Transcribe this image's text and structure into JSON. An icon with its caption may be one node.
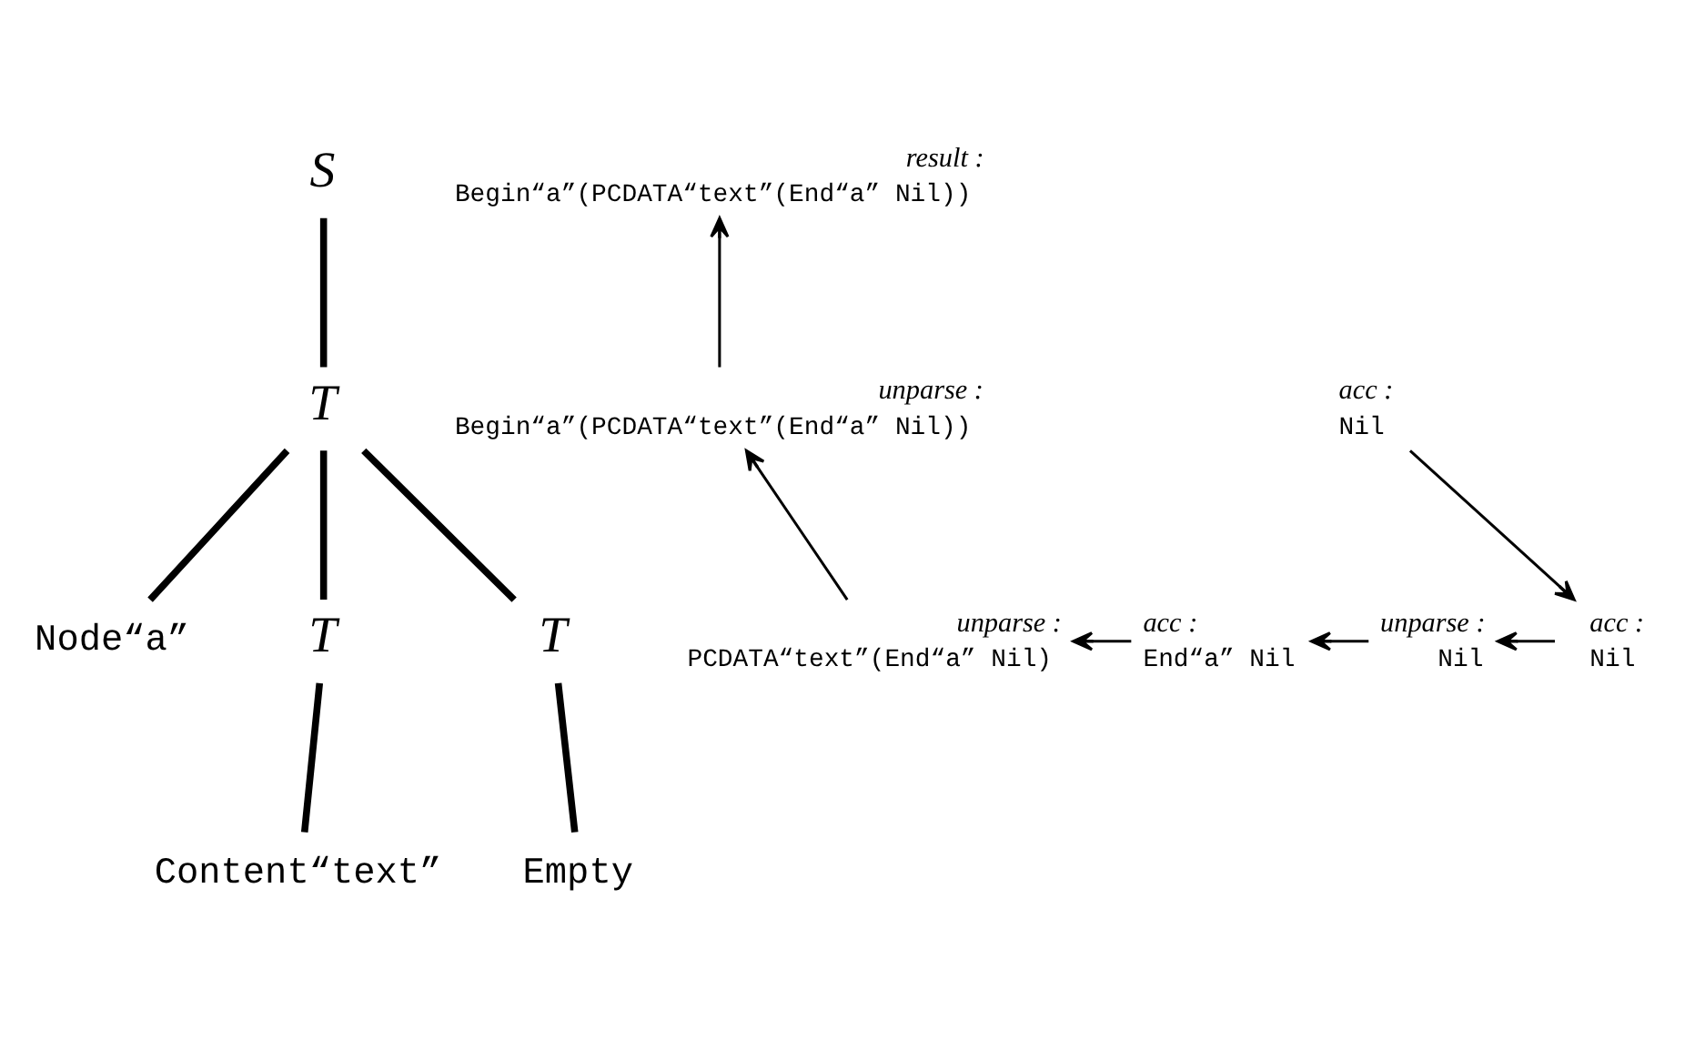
{
  "diagram": {
    "nodes": [
      {
        "text": [
          "S"
        ]
      },
      {
        "text": [
          "result :",
          "Begin“a”(PCDATA“text”(End“a” Nil))"
        ]
      },
      {
        "text": [
          "T"
        ]
      },
      {
        "text": [
          "unparse :",
          "Begin“a”(PCDATA“text”(End“a” Nil))"
        ]
      },
      {
        "text": [
          "acc :",
          "Nil"
        ]
      },
      {
        "text": [
          "Node“a”"
        ]
      },
      {
        "text": [
          "unparse :",
          "PCDATA“text”(End“a” Nil)"
        ]
      },
      {
        "text": [
          "T"
        ]
      },
      {
        "text": [
          "acc :",
          "End“a” Nil"
        ]
      },
      {
        "text": [
          "unparse :",
          "Nil"
        ]
      },
      {
        "text": [
          "T"
        ]
      },
      {
        "text": [
          "acc :",
          "Nil"
        ]
      },
      {
        "text": [
          "Content“text”"
        ]
      },
      {
        "text": [
          "Empty"
        ]
      }
    ],
    "edges": [
      {
        "from": 0,
        "to": 2,
        "arrow": "none",
        "style": "thick"
      },
      {
        "from": 2,
        "to": 5,
        "arrow": "none",
        "style": "thick"
      },
      {
        "from": 2,
        "to": 7,
        "arrow": "none",
        "style": "thick"
      },
      {
        "from": 2,
        "to": 10,
        "arrow": "none",
        "style": "thick"
      },
      {
        "from": 7,
        "to": 12,
        "arrow": "none",
        "style": "thick"
      },
      {
        "from": 10,
        "to": 13,
        "arrow": "none",
        "style": "thick"
      },
      {
        "from": 3,
        "to": 1,
        "arrow": "to"
      },
      {
        "from": 6,
        "to": 3,
        "arrow": "to"
      },
      {
        "from": 4,
        "to": 11,
        "arrow": "to"
      },
      {
        "from": 9,
        "to": 8,
        "arrow": "to"
      },
      {
        "from": 8,
        "to": 6,
        "arrow": "to"
      },
      {
        "from": 11,
        "to": 9,
        "arrow": "to"
      }
    ]
  }
}
